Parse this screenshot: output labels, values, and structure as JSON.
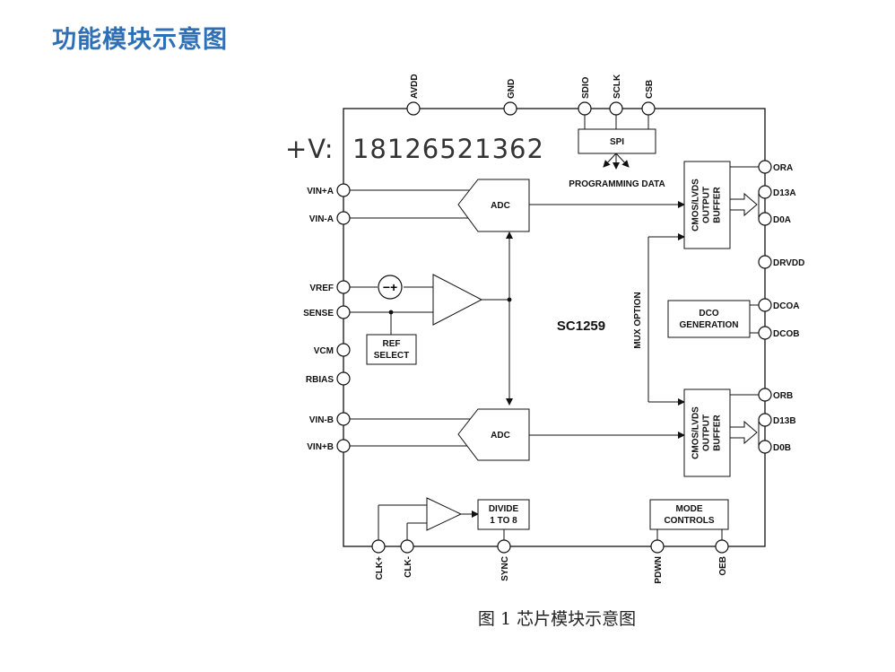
{
  "header": {
    "title": "功能模块示意图"
  },
  "watermark": "+V:  18126521362",
  "caption": "图 1 芯片模块示意图",
  "chip": {
    "name": "SC1259"
  },
  "top_pins": [
    "AVDD",
    "GND",
    "SDIO",
    "SCLK",
    "CSB"
  ],
  "left_pins": [
    "VIN+A",
    "VIN-A",
    "VREF",
    "SENSE",
    "VCM",
    "RBIAS",
    "VIN-B",
    "VIN+B"
  ],
  "right_pins": [
    "ORA",
    "D13A",
    "D0A",
    "DRVDD",
    "DCOA",
    "DCOB",
    "ORB",
    "D13B",
    "D0B"
  ],
  "bottom_pins": [
    "CLK+",
    "CLK-",
    "SYNC",
    "PDWN",
    "OEB"
  ],
  "blocks": {
    "spi": "SPI",
    "programming_data": "PROGRAMMING DATA",
    "adc_a": "ADC",
    "adc_b": "ADC",
    "ref_select": [
      "REF",
      "SELECT"
    ],
    "buffer_a": [
      "CMOS/LVDS",
      "OUTPUT",
      "BUFFER"
    ],
    "buffer_b": [
      "CMOS/LVDS",
      "OUTPUT",
      "BUFFER"
    ],
    "dco": [
      "DCO",
      "GENERATION"
    ],
    "mux": "MUX OPTION",
    "divide": [
      "DIVIDE",
      "1 TO 8"
    ],
    "mode": [
      "MODE",
      "CONTROLS"
    ],
    "sum_sign": "−+"
  }
}
